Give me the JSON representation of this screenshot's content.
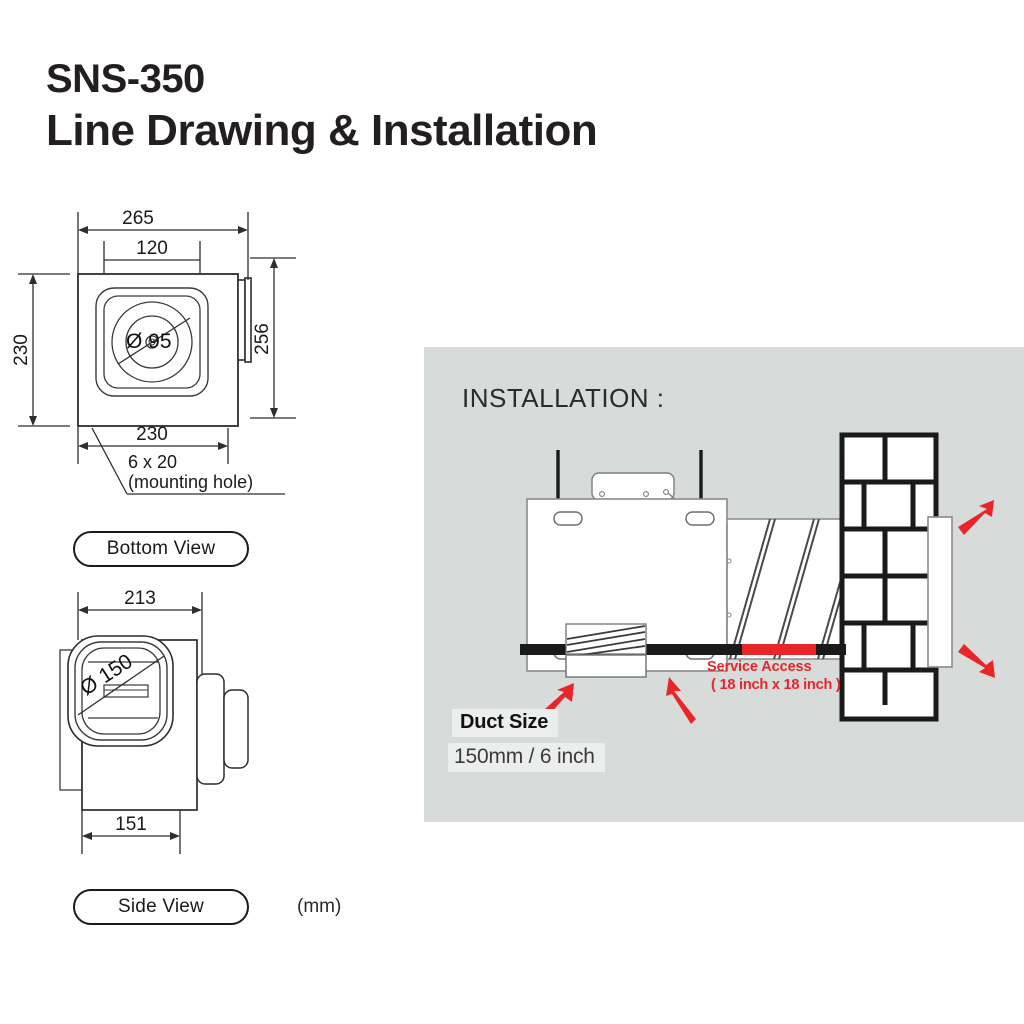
{
  "title": {
    "model": "SNS-350",
    "subtitle": "Line Drawing & Installation"
  },
  "units_note": "(mm)",
  "views": {
    "bottom": {
      "label": "Bottom  View",
      "dimensions": {
        "overall_width": "265",
        "inner_width": "120",
        "height_left": "230",
        "height_right": "256",
        "base_width": "230",
        "bore": "Ø 95"
      },
      "annotation_line1": "6 x 20",
      "annotation_line2": "(mounting hole)"
    },
    "side": {
      "label": "Side View",
      "dimensions": {
        "width": "213",
        "base_width": "151",
        "bore": "Ø 150"
      }
    }
  },
  "installation": {
    "heading": "INSTALLATION :",
    "service_access_line1": "Service Access",
    "service_access_line2": "( 18 inch x 18 inch )",
    "duct_size_label": "Duct Size",
    "duct_size_value": "150mm / 6 inch",
    "colors": {
      "panel_background": "#d7dbda",
      "accent_red": "#e8262a",
      "ceiling_black": "#1a1a1a",
      "line_stroke": "#3a3a3a"
    }
  }
}
